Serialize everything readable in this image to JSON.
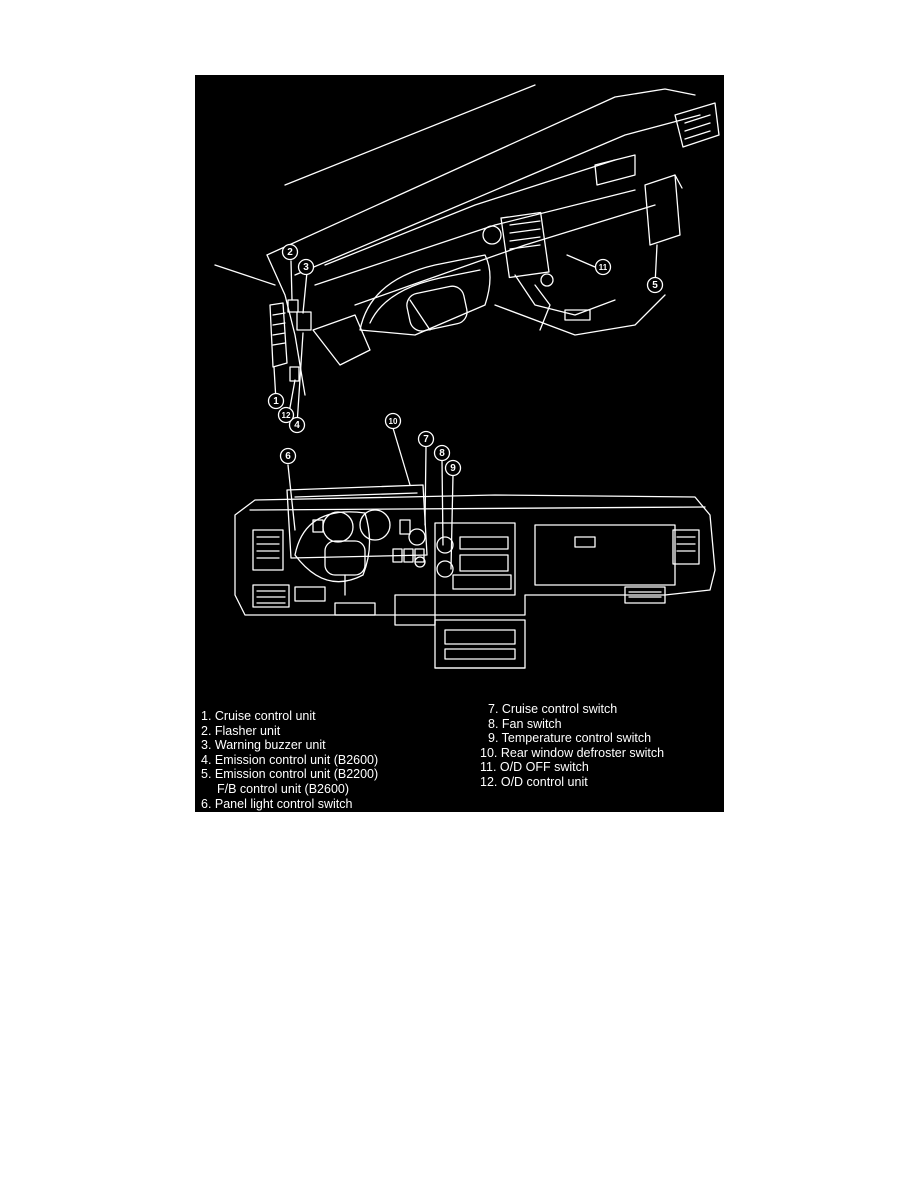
{
  "callouts": [
    "1",
    "2",
    "3",
    "4",
    "5",
    "6",
    "7",
    "8",
    "9",
    "10",
    "11",
    "12"
  ],
  "legend": {
    "left": [
      "1. Cruise control unit",
      "2. Flasher unit",
      "3. Warning buzzer unit",
      "4. Emission control unit (B2600)",
      "5. Emission control unit (B2200)",
      "F/B control unit (B2600)",
      "6. Panel light control switch"
    ],
    "right": [
      "7. Cruise control switch",
      "8. Fan switch",
      "9. Temperature control switch",
      "10. Rear window defroster switch",
      "11. O/D OFF switch",
      "12. O/D control unit"
    ]
  }
}
